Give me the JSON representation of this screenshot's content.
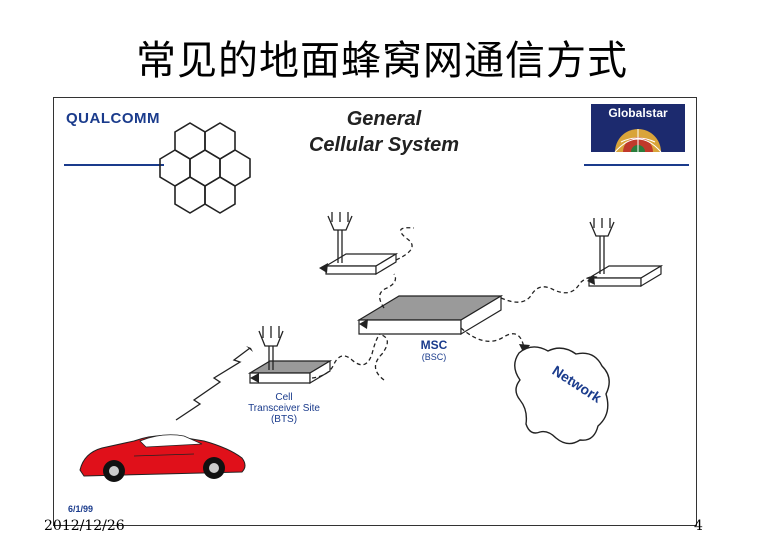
{
  "slide": {
    "title": "常见的地面蜂窝网通信方式",
    "footer_date": "2012/12/26",
    "page_number": "4"
  },
  "diagram": {
    "logo_left": "QUALCOMM",
    "title_line1": "General",
    "title_line2": "Cellular System",
    "logo_right": "Globalstar",
    "msc_label": "MSC",
    "bsc_label": "(BSC)",
    "bts_line1": "Cell",
    "bts_line2": "Transceiver Site",
    "bts_line3": "(BTS)",
    "network_label": "Network",
    "date_label": "6/1/99"
  },
  "colors": {
    "accent_blue": "#1a3b8c",
    "car_red": "#e0101a"
  }
}
